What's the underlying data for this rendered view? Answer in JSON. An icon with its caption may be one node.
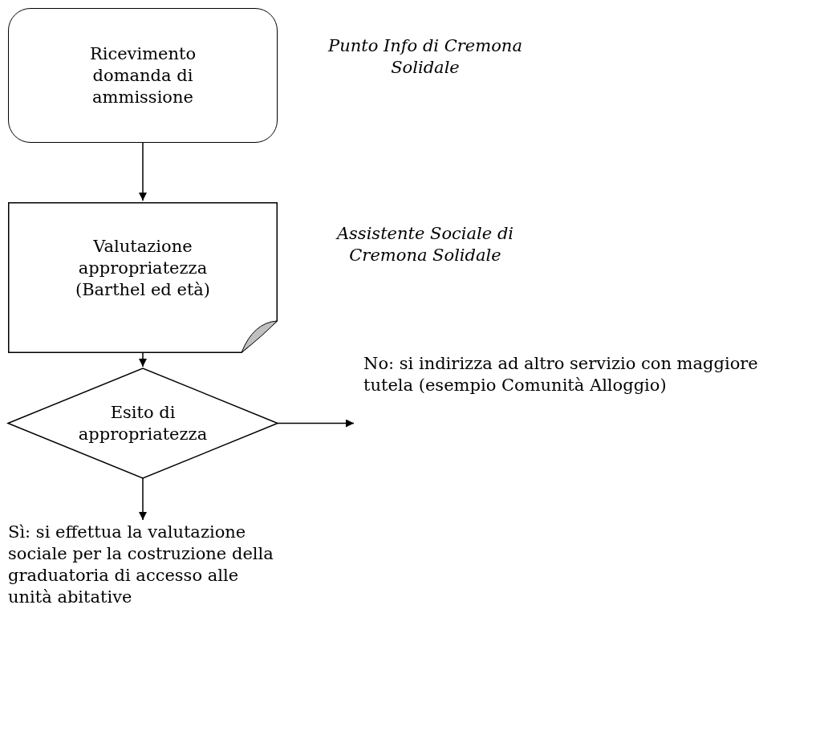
{
  "diagram": {
    "nodes": [
      {
        "text": [
          "Ricevimento domanda di ammissione"
        ],
        "beside": [
          "Punto Info di Cremona Solidale"
        ]
      },
      {
        "text": [
          "Valutazione appropriatezza (Barthel ed età)"
        ],
        "beside": [
          "Assistente Sociale di Cremona Solidale"
        ]
      },
      {
        "text": [
          "Esito di appropriatezza"
        ]
      },
      {
        "text": [
          "No: si indirizza ad altro servizio con maggiore tutela (esempio Comunità Alloggio)"
        ]
      },
      {
        "text": [
          "Sì: si effettua la valutazione sociale per la costruzione della graduatoria di accesso alle unità abitative"
        ]
      }
    ],
    "edges": [
      {
        "from": 0,
        "to": 1,
        "arrow": "to"
      },
      {
        "from": 1,
        "to": 2,
        "arrow": "to"
      },
      {
        "from": 2,
        "to": 3,
        "arrow": "to"
      },
      {
        "from": 2,
        "to": 4,
        "arrow": "to"
      }
    ]
  }
}
